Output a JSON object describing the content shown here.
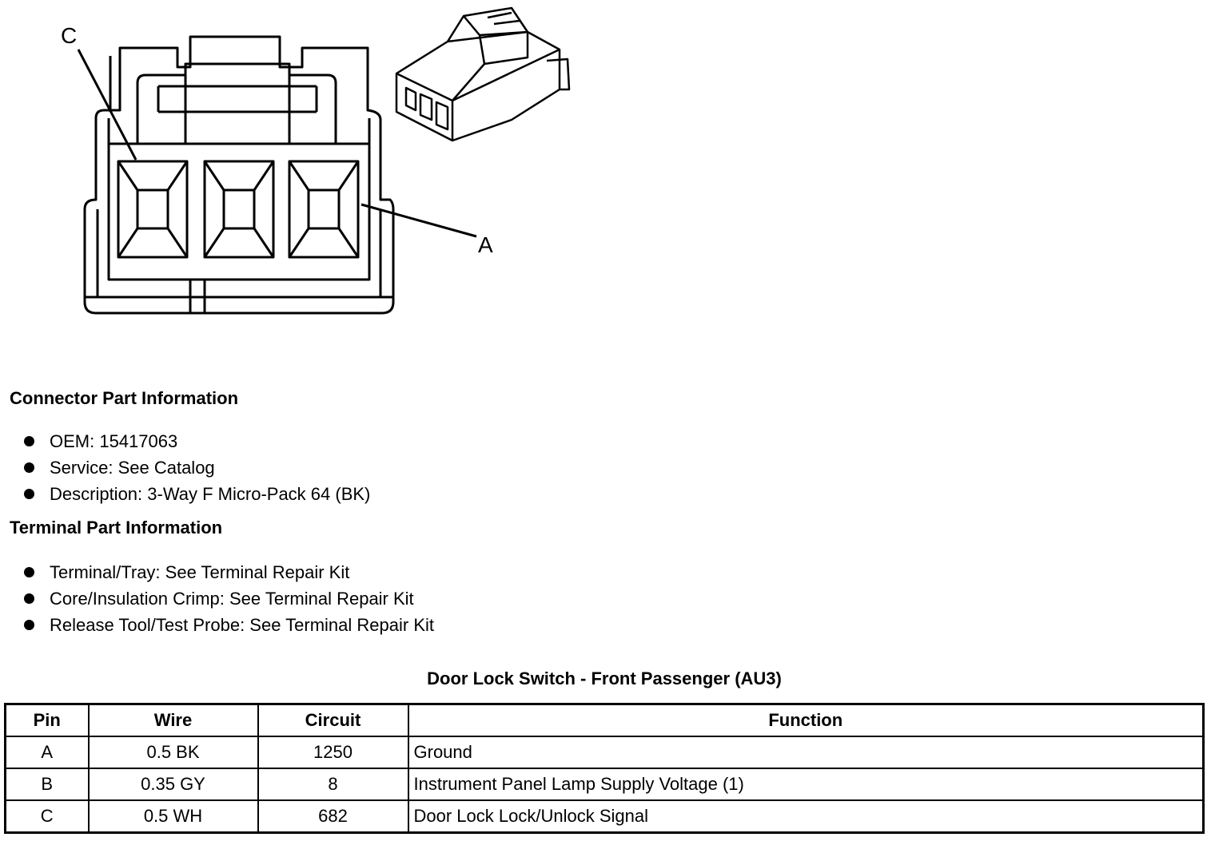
{
  "diagram": {
    "callout_c": "C",
    "callout_a": "A"
  },
  "connector": {
    "heading": "Connector Part Information",
    "items": [
      "OEM: 15417063",
      "Service: See Catalog",
      "Description: 3-Way F Micro-Pack 64 (BK)"
    ]
  },
  "terminal": {
    "heading": "Terminal Part Information",
    "items": [
      "Terminal/Tray: See Terminal Repair Kit",
      "Core/Insulation Crimp: See Terminal Repair Kit",
      "Release Tool/Test Probe: See Terminal Repair Kit"
    ]
  },
  "table": {
    "title": "Door Lock Switch - Front Passenger (AU3)",
    "headers": [
      "Pin",
      "Wire",
      "Circuit",
      "Function"
    ],
    "rows": [
      [
        "A",
        "0.5 BK",
        "1250",
        "Ground"
      ],
      [
        "B",
        "0.35 GY",
        "8",
        "Instrument Panel Lamp Supply Voltage (1)"
      ],
      [
        "C",
        "0.5 WH",
        "682",
        "Door Lock Lock/Unlock Signal"
      ]
    ]
  }
}
